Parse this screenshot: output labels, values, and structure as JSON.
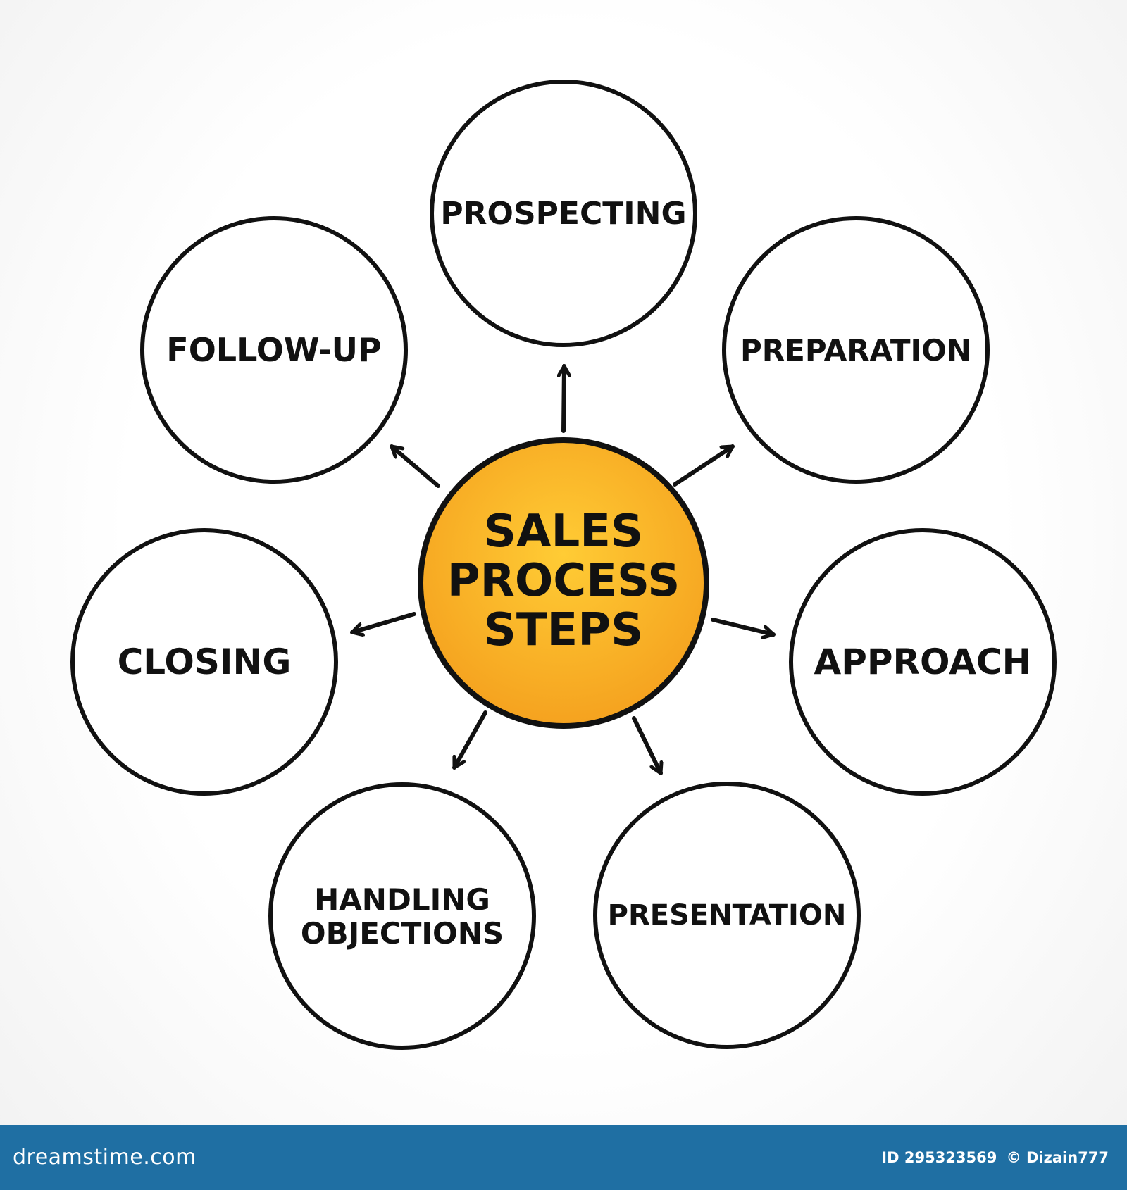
{
  "diagram": {
    "center": {
      "lines": [
        "SALES",
        "PROCESS",
        "STEPS"
      ],
      "fill": "#f5a21f",
      "fill_light": "#ffcc35"
    },
    "nodes": [
      {
        "id": "prospecting",
        "lines": [
          "PROSPECTING"
        ]
      },
      {
        "id": "preparation",
        "lines": [
          "PREPARATION"
        ]
      },
      {
        "id": "approach",
        "lines": [
          "APPROACH"
        ]
      },
      {
        "id": "presentation",
        "lines": [
          "PRESENTATION"
        ]
      },
      {
        "id": "handling-objections",
        "lines": [
          "HANDLING",
          "OBJECTIONS"
        ]
      },
      {
        "id": "closing",
        "lines": [
          "CLOSING"
        ]
      },
      {
        "id": "follow-up",
        "lines": [
          "FOLLOW-UP"
        ]
      }
    ]
  },
  "footer": {
    "site": "dreamstime.com",
    "id_text": "ID 295323569",
    "copyright": "© Dizain777",
    "background": "#1f6fa3"
  }
}
